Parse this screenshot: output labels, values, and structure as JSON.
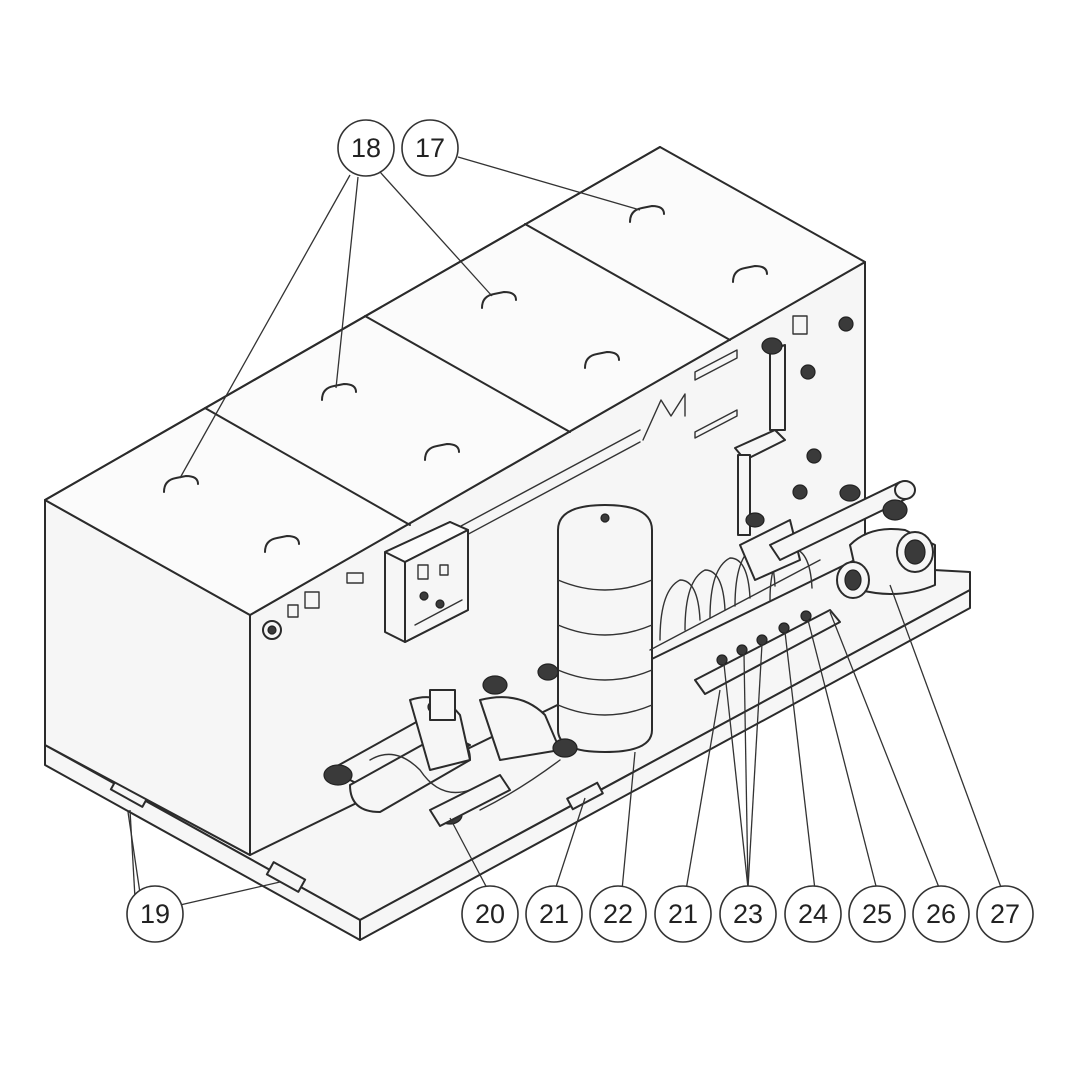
{
  "callouts": [
    {
      "id": "c18",
      "label": "18"
    },
    {
      "id": "c17",
      "label": "17"
    },
    {
      "id": "c19",
      "label": "19"
    },
    {
      "id": "c20",
      "label": "20"
    },
    {
      "id": "c21a",
      "label": "21"
    },
    {
      "id": "c22",
      "label": "22"
    },
    {
      "id": "c21b",
      "label": "21"
    },
    {
      "id": "c23",
      "label": "23"
    },
    {
      "id": "c24",
      "label": "24"
    },
    {
      "id": "c25",
      "label": "25"
    },
    {
      "id": "c26",
      "label": "26"
    },
    {
      "id": "c27",
      "label": "27"
    }
  ],
  "colors": {
    "line": "#2b2b2b",
    "background": "#ffffff",
    "panel": "#f6f6f6"
  }
}
